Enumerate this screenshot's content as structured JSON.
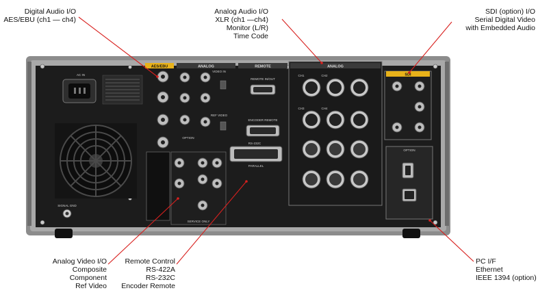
{
  "callouts": {
    "digital_audio": {
      "lines": [
        "Digital Audio I/O",
        "AES/EBU (ch1 — ch4)"
      ]
    },
    "analog_audio": {
      "lines": [
        "Analog Audio I/O",
        "XLR (ch1 —ch4)",
        "Monitor (L/R)",
        "Time Code"
      ]
    },
    "sdi": {
      "lines": [
        "SDI (option) I/O",
        "Serial Digital Video",
        "with Embedded Audio"
      ]
    },
    "analog_video": {
      "lines": [
        "Analog Video I/O",
        "Composite",
        "Component",
        "Ref Video"
      ]
    },
    "remote_control": {
      "lines": [
        "Remote Control",
        "RS-422A",
        "RS-232C",
        "Encoder Remote"
      ]
    },
    "pc_if": {
      "lines": [
        "PC I/F",
        "Ethernet",
        "IEEE 1394 (option)"
      ]
    }
  },
  "panel_labels": {
    "aes_ebu": "AES/EBU",
    "analog_video": "ANALOG",
    "remote": "REMOTE",
    "analog_audio": "ANALOG",
    "sdi": "SDI",
    "option": "OPTION",
    "remote_in_out": "REMOTE IN/OUT",
    "encoder_remote": "ENCODER REMOTE",
    "rs232c": "RS-232C",
    "parallel": "PARALLEL",
    "option_video": "OPTION",
    "service_only": "SERVICE ONLY",
    "ac_in": "AC IN",
    "signal_gnd": "SIGNAL GND",
    "ch1": "CH1",
    "ch2": "CH2",
    "ch3": "CH3",
    "ch4": "CH4",
    "video_in": "VIDEO IN",
    "ref_video": "REF VIDEO"
  },
  "colors": {
    "panel_dark": "#1b1b1b",
    "chassis_gray": "#8a8a8a",
    "label_yellow": "#e8b21a",
    "leader_red": "#d8201e"
  }
}
